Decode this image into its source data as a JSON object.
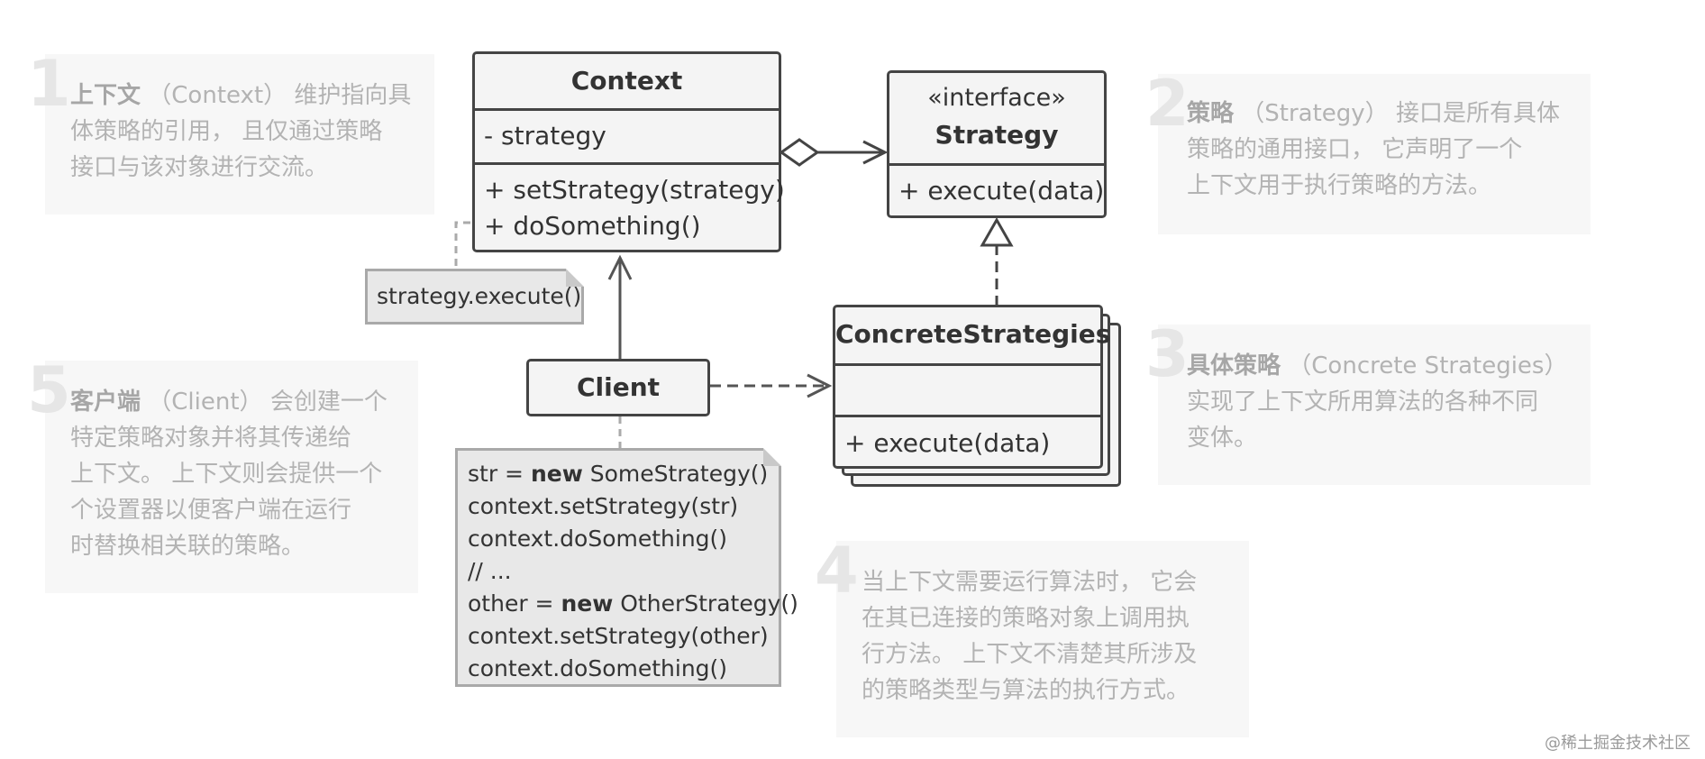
{
  "panels": [
    {
      "number": "1",
      "term": "上下文",
      "text": [
        " （Context） 维护指向具",
        "体策略的引用， 且仅通过策略",
        "接口与该对象进行交流。"
      ]
    },
    {
      "number": "2",
      "term": "策略",
      "text": [
        " （Strategy） 接口是所有具体",
        "策略的通用接口， 它声明了一个",
        "上下文用于执行策略的方法。"
      ]
    },
    {
      "number": "3",
      "term": "具体策略",
      "text": [
        " （Concrete Strategies）",
        "实现了上下文所用算法的各种不同",
        "变体。"
      ]
    },
    {
      "number": "4",
      "term": "",
      "text": [
        "当上下文需要运行算法时， 它会",
        "在其已连接的策略对象上调用执",
        "行方法。 上下文不清楚其所涉及",
        "的策略类型与算法的执行方式。"
      ]
    },
    {
      "number": "5",
      "term": "客户端",
      "text": [
        " （Client） 会创建一个",
        "特定策略对象并将其传递给",
        "上下文。 上下文则会提供一个",
        "个设置器以便客户端在运行",
        "时替换相关联的策略。"
      ]
    }
  ],
  "context": {
    "title": "Context",
    "field": "- strategy",
    "methods": [
      "+ setStrategy(strategy)",
      "+ doSomething()"
    ]
  },
  "strategy": {
    "stereotype": "«interface»",
    "title": "Strategy",
    "method": "+ execute(data)"
  },
  "concrete": {
    "title": "ConcreteStrategies",
    "field": "",
    "method": "+ execute(data)"
  },
  "client": {
    "title": "Client"
  },
  "note_context": "strategy.execute()",
  "note_client": [
    {
      "pre": "str = ",
      "kw": "new",
      "post": " SomeStrategy()"
    },
    {
      "pre": "context.setStrategy(str)",
      "kw": "",
      "post": ""
    },
    {
      "pre": "context.doSomething()",
      "kw": "",
      "post": ""
    },
    {
      "pre": "// ...",
      "kw": "",
      "post": ""
    },
    {
      "pre": "other = ",
      "kw": "new",
      "post": " OtherStrategy()"
    },
    {
      "pre": "context.setStrategy(other)",
      "kw": "",
      "post": ""
    },
    {
      "pre": "context.doSomething()",
      "kw": "",
      "post": ""
    }
  ],
  "watermark": "@稀土掘金技术社区"
}
